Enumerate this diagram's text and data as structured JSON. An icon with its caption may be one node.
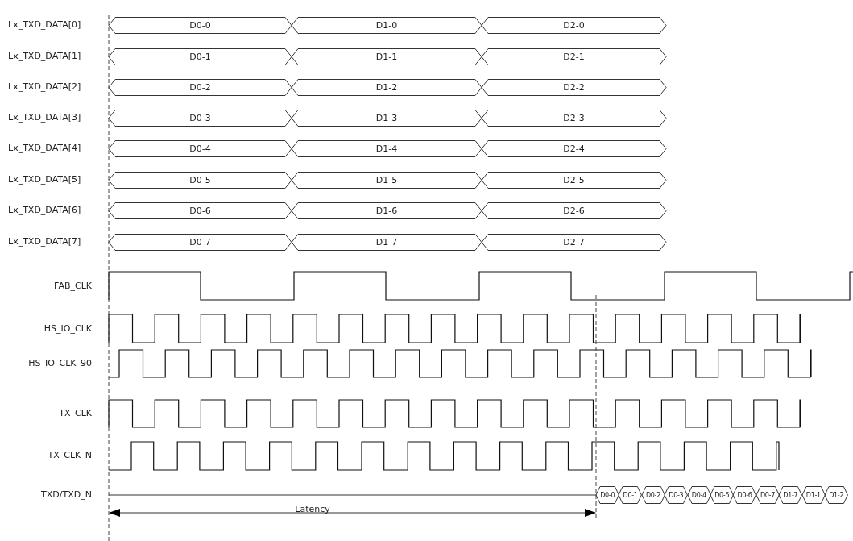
{
  "diagram": {
    "nodes": [
      {
        "text": [
          "D0-0"
        ]
      },
      {
        "text": [
          "D1-0"
        ]
      },
      {
        "text": [
          "D2-0"
        ]
      },
      {
        "text": [
          "D0-1"
        ]
      },
      {
        "text": [
          "D1-1"
        ]
      },
      {
        "text": [
          "D2-1"
        ]
      },
      {
        "text": [
          "D0-2"
        ]
      },
      {
        "text": [
          "D1-2"
        ]
      },
      {
        "text": [
          "D2-2"
        ]
      },
      {
        "text": [
          "D0-3"
        ]
      },
      {
        "text": [
          "D1-3"
        ]
      },
      {
        "text": [
          "D2-3"
        ]
      },
      {
        "text": [
          "D0-4"
        ]
      },
      {
        "text": [
          "D1-4"
        ]
      },
      {
        "text": [
          "D2-4"
        ]
      },
      {
        "text": [
          "D0-5"
        ]
      },
      {
        "text": [
          "D1-5"
        ]
      },
      {
        "text": [
          "D2-5"
        ]
      },
      {
        "text": [
          "D0-6"
        ]
      },
      {
        "text": [
          "D1-6"
        ]
      },
      {
        "text": [
          "D2-6"
        ]
      },
      {
        "text": [
          "D0-7"
        ]
      },
      {
        "text": [
          "D1-7"
        ]
      },
      {
        "text": [
          "D2-7"
        ]
      },
      {
        "text": [
          "D0-0"
        ]
      },
      {
        "text": [
          "D0-1"
        ]
      },
      {
        "text": [
          "D0-2"
        ]
      },
      {
        "text": [
          "D0-3"
        ]
      },
      {
        "text": [
          "D0-4"
        ]
      },
      {
        "text": [
          "D0-5"
        ]
      },
      {
        "text": [
          "D0-6"
        ]
      },
      {
        "text": [
          "D0-7"
        ]
      },
      {
        "text": [
          "D1-7"
        ]
      },
      {
        "text": [
          "D1-1"
        ]
      },
      {
        "text": [
          "D1-2"
        ]
      }
    ],
    "labels": [
      "Lx_TXD_DATA[0]",
      "Lx_TXD_DATA[1]",
      "Lx_TXD_DATA[2]",
      "Lx_TXD_DATA[3]",
      "Lx_TXD_DATA[4]",
      "Lx_TXD_DATA[5]",
      "Lx_TXD_DATA[6]",
      "Lx_TXD_DATA[7]",
      "FAB_CLK",
      "HS_IO_CLK",
      "HS_IO_CLK_90",
      "TX_CLK",
      "TX_CLK_N",
      "TXD/TXD_N",
      "Latency"
    ]
  }
}
